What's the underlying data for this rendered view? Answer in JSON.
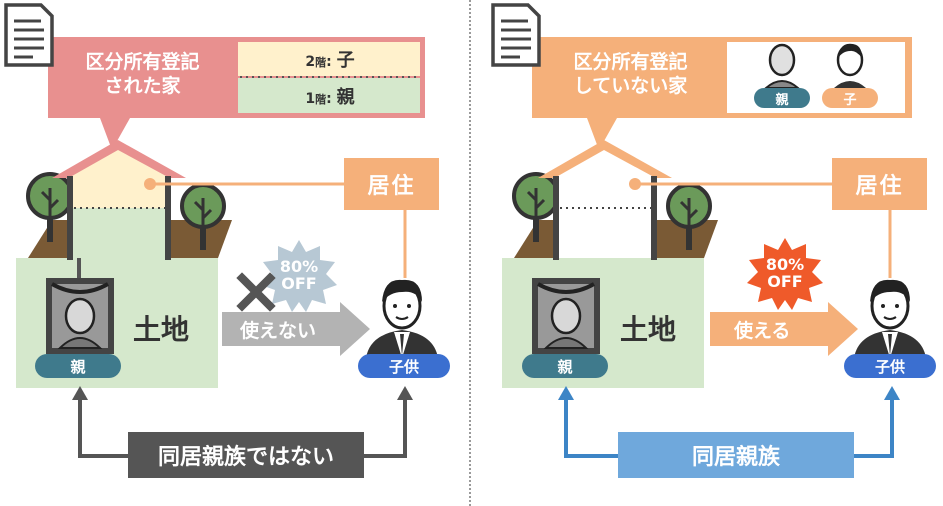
{
  "left": {
    "callout_title_line1": "区分所有登記",
    "callout_title_line2": "された家",
    "floor2_num": "2",
    "floor2_suffix": "階",
    "floor2_who": "子",
    "floor1_num": "1",
    "floor1_suffix": "階",
    "floor1_who": "親",
    "live_label": "居住",
    "land_label": "土地",
    "parent_label": "親",
    "child_label": "子供",
    "badge_line1": "80%",
    "badge_line2": "OFF",
    "arrow_label": "使えない",
    "relation_label": "同居親族ではない"
  },
  "right": {
    "callout_title_line1": "区分所有登記",
    "callout_title_line2": "していない家",
    "parent_tag": "親",
    "child_tag": "子",
    "live_label": "居住",
    "land_label": "土地",
    "parent_label": "親",
    "child_label": "子供",
    "badge_line1": "80%",
    "badge_line2": "OFF",
    "arrow_label": "使える",
    "relation_label": "同居親族"
  },
  "colors": {
    "left_callout": "#e8908f",
    "right_callout": "#f5b07a",
    "land": "#d5e8cc",
    "floor2": "#fff1cc",
    "floor1": "#d5e8cc",
    "parent_pill": "#3f7a8c",
    "child_pill": "#3b6fd0",
    "left_arrow": "#b3b3b3",
    "right_arrow": "#f5b07a",
    "left_badge": "#b7c8d4",
    "right_badge": "#ef5a2a",
    "left_relation": "#555555",
    "right_relation": "#6fa8dc"
  },
  "icons": [
    "document-icon",
    "house-icon",
    "tree-icon",
    "parent-portrait-icon",
    "businessman-icon",
    "cross-icon",
    "starburst-badge-icon",
    "arrow-icon"
  ]
}
